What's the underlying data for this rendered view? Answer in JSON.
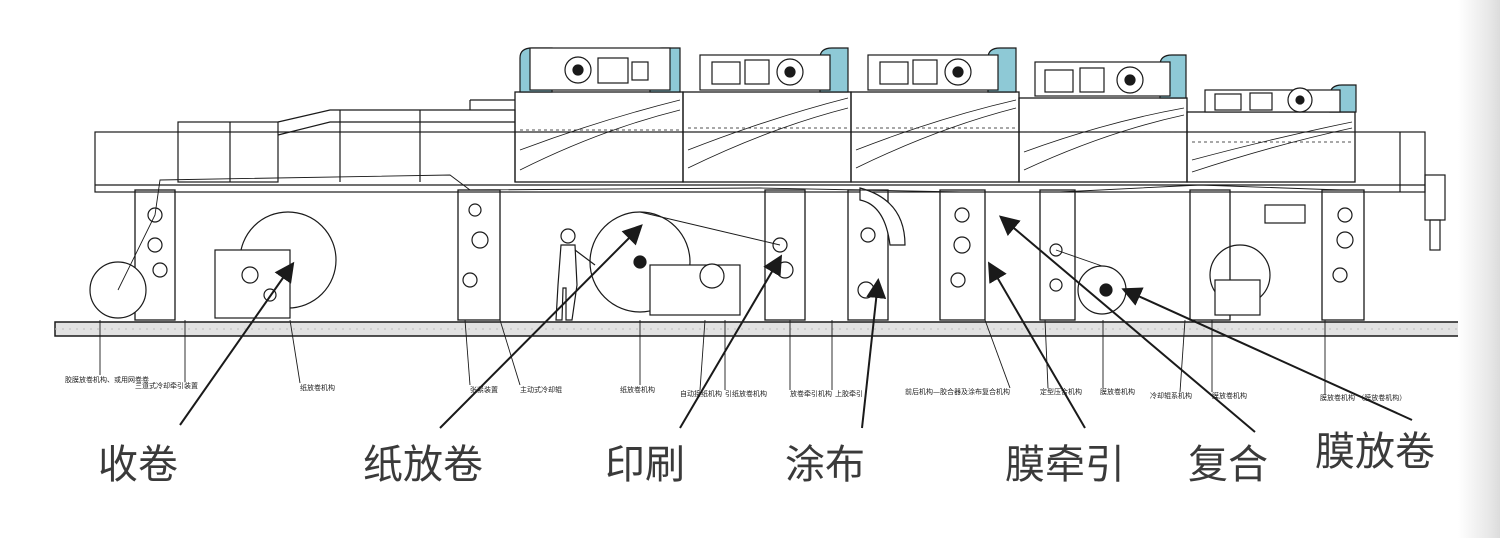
{
  "colors": {
    "ink": "#1a1a1a",
    "label": "#3a3a3a",
    "fan_duct": "#8ec9d6",
    "floor": "#c9c9c9"
  },
  "labels": [
    {
      "id": "rewind",
      "text": "收卷"
    },
    {
      "id": "paper-unwind",
      "text": "纸放卷"
    },
    {
      "id": "printing",
      "text": "印刷"
    },
    {
      "id": "coating",
      "text": "涂布"
    },
    {
      "id": "film-traction",
      "text": "膜牵引"
    },
    {
      "id": "laminating",
      "text": "复合"
    },
    {
      "id": "film-unwind",
      "text": "膜放卷"
    }
  ],
  "small_labels": [
    "胶膜放卷机构、或用网卷卷",
    "三道式冷却牵引装置",
    "纸放卷机构",
    "张紧装置",
    "主动式冷却辊",
    "纸放卷机构",
    "自动接纸机构",
    "引纸放卷机构",
    "放卷牵引机构",
    "上胶牵引",
    "前后机构—胶合器及涂布复合机构",
    "定型压合机构",
    "膜放卷机构",
    "冷却辊系机构",
    "膜放卷机构",
    "膜放卷机构  （膜放卷机构）"
  ]
}
